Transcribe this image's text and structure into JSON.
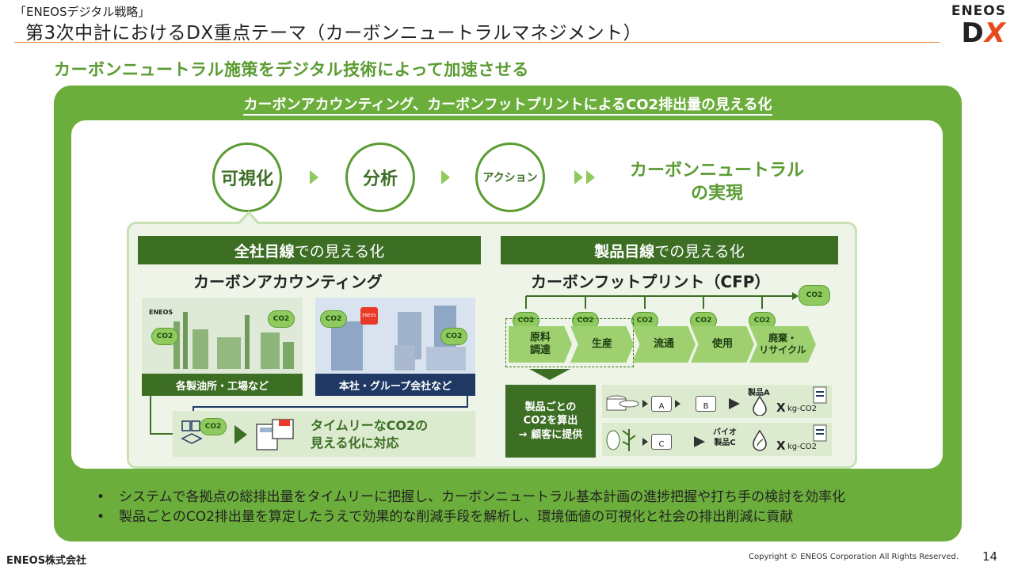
{
  "header": {
    "kicker": "「ENEOSデジタル戦略」",
    "title": "第3次中計におけるDX重点テーマ（カーボンニュートラルマネジメント）",
    "brand": "ENEOS",
    "brand_dx_d": "D",
    "brand_dx_x": "X"
  },
  "subtitle": "カーボンニュートラル施策をデジタル技術によって加速させる",
  "outer_heading": "カーボンアカウンティング、カーボンフットプリントによるCO2排出量の見える化",
  "flow": {
    "steps": [
      "可視化",
      "分析",
      "アクション"
    ],
    "goal_line1": "カーボンニュートラル",
    "goal_line2": "の実現"
  },
  "left": {
    "band_strong": "全社目線",
    "band_light": " での見える化",
    "section_title": "カーボンアカウンティング",
    "site_label_1": "各製油所・工場など",
    "site_label_2": "本社・グループ会社など",
    "logo_small": "ENEOS",
    "timely_line1": "タイムリーなCO2の",
    "timely_line2": "見える化に対応"
  },
  "right": {
    "band_strong": "製品目線",
    "band_light": " での見える化",
    "section_title": "カーボンフットプリント（CFP）",
    "stages": [
      "原料\n調達",
      "生産",
      "流通",
      "使用",
      "廃棄・\nリサイクル"
    ],
    "calc_line1": "製品ごとの",
    "calc_line2": "CO2を算出",
    "calc_line3": "→ 顧客に提供",
    "product_a": "製品A",
    "product_bio_1": "バイオ",
    "product_bio_2": "製品C",
    "unit": "kg-CO2",
    "times": "X",
    "tag_a": "A",
    "tag_b": "B",
    "tag_c": "C"
  },
  "co2_label": "CO2",
  "bullets": [
    "システムで各拠点の総排出量をタイムリーに把握し、カーボンニュートラル基本計画の進捗把握や打ち手の検討を効率化",
    "製品ごとのCO2排出量を算定したうえで効果的な削減手段を解析し、環境価値の可視化と社会の排出削減に貢献"
  ],
  "footer": {
    "logo": "ENEOS株式会社",
    "copyright": "Copyright © ENEOS Corporation  All Rights Reserved.",
    "page": "14"
  },
  "colors": {
    "accent_green": "#6cae3c",
    "dark_green": "#3c6e24",
    "navy": "#1f3864",
    "orange": "#f08a3c"
  }
}
